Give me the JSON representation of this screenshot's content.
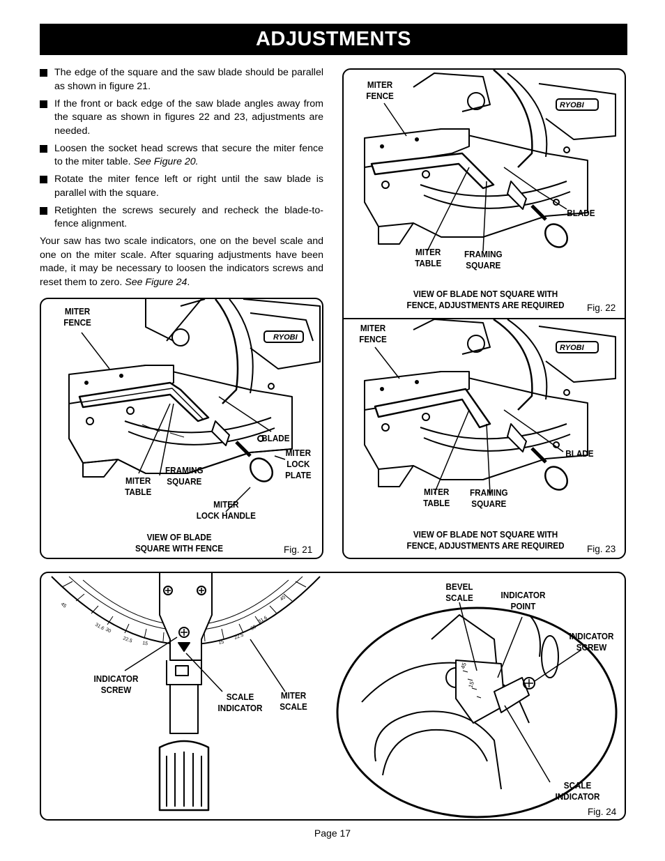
{
  "header": {
    "title": "ADJUSTMENTS"
  },
  "body": {
    "bullets": [
      {
        "text": "The edge of the square and the saw blade should be parallel as shown in figure 21."
      },
      {
        "text": "If the front or back edge of the saw blade angles away from the square as shown in figures 22 and 23, adjustments are needed."
      },
      {
        "text": "Loosen the socket head screws that secure the miter fence to the miter table. ",
        "ref": "See Figure 20."
      },
      {
        "text": "Rotate the miter fence left or right until the saw blade is parallel with the square."
      },
      {
        "text": "Retighten the screws securely and recheck the blade-to-fence alignment."
      }
    ],
    "paragraph": "Your saw has two scale indicators, one on the bevel scale and one on the miter scale. After squaring adjustments have been made, it may be necessary to loosen the indicators screws and reset them to zero. ",
    "paragraph_ref": "See Figure 24",
    "paragraph_end": "."
  },
  "fig21": {
    "id": "Fig. 21",
    "labels": {
      "miter_fence": "MITER\nFENCE",
      "blade": "BLADE",
      "miter_lock_plate": "MITER\nLOCK\nPLATE",
      "framing_square": "FRAMING\nSQUARE",
      "miter_table": "MITER\nTABLE",
      "miter_lock_handle": "MITER\nLOCK HANDLE"
    },
    "caption": "VIEW OF BLADE\nSQUARE WITH FENCE"
  },
  "fig22": {
    "id": "Fig. 22",
    "labels": {
      "miter_fence": "MITER\nFENCE",
      "blade": "BLADE",
      "miter_table": "MITER\nTABLE",
      "framing_square": "FRAMING\nSQUARE"
    },
    "caption": "VIEW OF BLADE NOT SQUARE WITH\nFENCE, ADJUSTMENTS ARE REQUIRED"
  },
  "fig23": {
    "id": "Fig. 23",
    "labels": {
      "miter_fence": "MITER\nFENCE",
      "blade": "BLADE",
      "miter_table": "MITER\nTABLE",
      "framing_square": "FRAMING\nSQUARE"
    },
    "caption": "VIEW OF BLADE NOT SQUARE WITH\nFENCE, ADJUSTMENTS ARE REQUIRED"
  },
  "fig24": {
    "id": "Fig. 24",
    "labels": {
      "indicator_screw_left": "INDICATOR\nSCREW",
      "scale_indicator_left": "SCALE\nINDICATOR",
      "miter_scale": "MITER\nSCALE",
      "bevel_scale": "BEVEL\nSCALE",
      "indicator_point": "INDICATOR\nPOINT",
      "indicator_screw_right": "INDICATOR\nSCREW",
      "scale_indicator_right": "SCALE\nINDICATOR"
    }
  },
  "brand_logo": "RYOBI",
  "scale_marks": [
    "45",
    "31.6",
    "30",
    "22.5",
    "15",
    "15",
    "22.5",
    "30",
    "31.6",
    "45"
  ],
  "bevel_marks": [
    "45",
    "15"
  ],
  "footer": {
    "page": "Page 17"
  }
}
